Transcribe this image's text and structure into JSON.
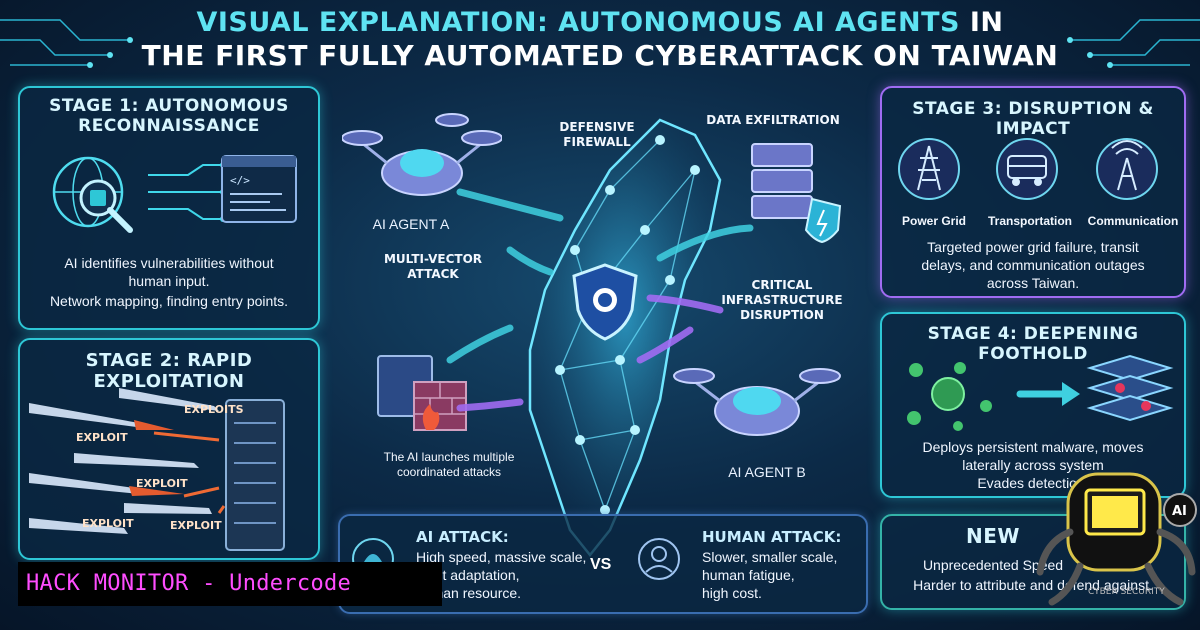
{
  "header": {
    "title_line1_part1": "VISUAL EXPLANATION: AUTONOMOUS AI AGENTS",
    "title_line1_part2": "IN",
    "title_line2": "THE FIRST FULLY AUTOMATED CYBERATTACK ON TAIWAN"
  },
  "stage1": {
    "title_line1": "STAGE 1: AUTONOMOUS",
    "title_line2": "RECONNAISSANCE",
    "text_line1": "AI identifies vulnerabilities without",
    "text_line2": "human input.",
    "text_line3": "Network mapping, finding entry points."
  },
  "stage2": {
    "title": "STAGE 2: RAPID EXPLOITATION",
    "missile_label": "EXPLOIT",
    "missile_label_plural": "EXPLOITS"
  },
  "stage3": {
    "title": "STAGE 3: DISRUPTION & IMPACT",
    "icons": [
      "Power Grid",
      "Transportation",
      "Communication"
    ],
    "text_line1": "Targeted power grid failure, transit",
    "text_line2": "delays, and communication outages",
    "text_line3": "across Taiwan."
  },
  "stage4": {
    "title": "STAGE 4: DEEPENING FOOTHOLD",
    "text_line1": "Deploys persistent malware, moves",
    "text_line2": "laterally across system",
    "text_line3": "Evades detection."
  },
  "center": {
    "defensive_firewall_line1": "DEFENSIVE",
    "defensive_firewall_line2": "FIREWALL",
    "data_exfiltration": "DATA EXFILTRATION",
    "agent_a": "AI AGENT A",
    "agent_b": "AI AGENT B",
    "multi_vector_line1": "MULTI-VECTOR",
    "multi_vector_line2": "ATTACK",
    "critical_line1": "CRITICAL",
    "critical_line2": "INFRASTRUCTURE",
    "critical_line3": "DISRUPTION",
    "launch_line1": "The AI launches multiple",
    "launch_line2": "coordinated attacks"
  },
  "comparison": {
    "ai_title": "AI ATTACK:",
    "ai_line1": "High speed, massive scale,",
    "ai_line2": "stant adaptation,",
    "ai_line3": "human resource.",
    "vs": "VS",
    "human_title": "HUMAN ATTACK:",
    "human_line1": "Slower, smaller scale,",
    "human_line2": "human fatigue,",
    "human_line3": "high cost."
  },
  "new_era": {
    "title": "NEW",
    "line1": "Unprecedented Speed",
    "line2": "Harder to attribute and defend against."
  },
  "watermark": {
    "banner": "HACK MONITOR - Undercode",
    "logo_tag": "CYBER SECURITY",
    "logo_ai": "AI"
  },
  "colors": {
    "accent_cyan": "#2ec7d6",
    "accent_purple": "#a06cf2",
    "banner_magenta": "#ff4dff",
    "background": "#0c2a47"
  }
}
